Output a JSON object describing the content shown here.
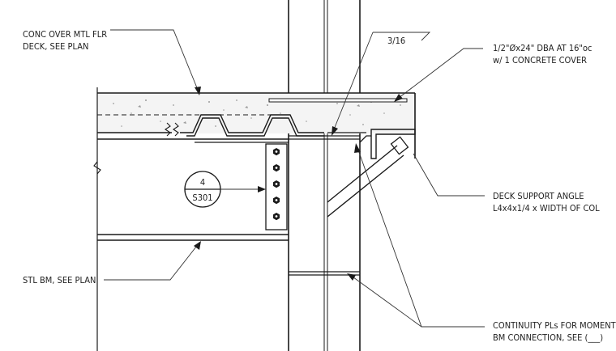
{
  "labels": {
    "conc_deck_line1": "CONC OVER MTL FLR",
    "conc_deck_line2": "DECK, SEE PLAN",
    "weld_size": "3/16",
    "dba_line1": "1/2\"Øx24\" DBA AT 16\"oc",
    "dba_line2": "w/ 1 CONCRETE COVER",
    "deck_angle_line1": "DECK SUPPORT ANGLE",
    "deck_angle_line2": "L4x4x1/4 x WIDTH OF COL",
    "stl_bm": "STL BM, SEE PLAN",
    "continuity_line1": "CONTINUITY PLs FOR MOMENT",
    "continuity_line2": "BM CONNECTION, SEE (___)"
  },
  "detail_callout": {
    "number": "4",
    "sheet": "S301"
  },
  "colors": {
    "linework": "#1a1a1a",
    "concrete_fill": "#f4f4f4"
  }
}
